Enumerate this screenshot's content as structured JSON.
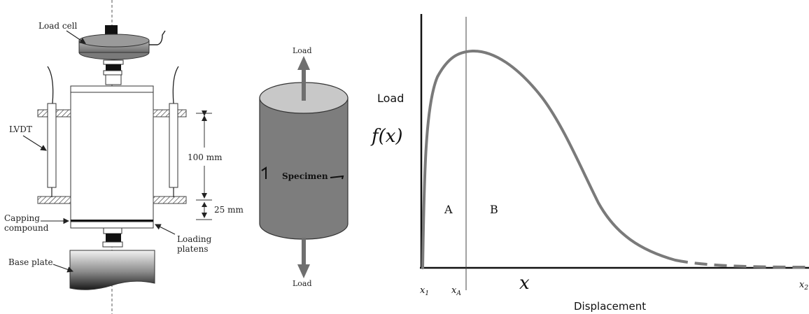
{
  "test_setup": {
    "load_cell": "Load cell",
    "lvdt": "LVDT",
    "dim_100": "100 mm",
    "dim_25": "25 mm",
    "capping_line1": "Capping",
    "capping_line2": "compound",
    "platens_line1": "Loading",
    "platens_line2": "platens",
    "base_plate": "Base plate"
  },
  "specimen": {
    "load_top": "Load",
    "load_bottom": "Load",
    "specimen_label": "Specimen"
  },
  "curve": {
    "y_label": "Load",
    "f_label": "f(x)",
    "region_a": "A",
    "region_b": "B",
    "x_label": "x",
    "x1": "x",
    "x1_sub": "1",
    "xa": "x",
    "xa_sub": "A",
    "x2": "x",
    "x2_sub": "2",
    "displacement": "Displacement"
  },
  "colors": {
    "curve": "#7a7a7a",
    "specimen_side": "#7d7d7d",
    "specimen_top": "#c8c8c8",
    "arrow": "#6f6f6f",
    "axis": "#111111"
  }
}
